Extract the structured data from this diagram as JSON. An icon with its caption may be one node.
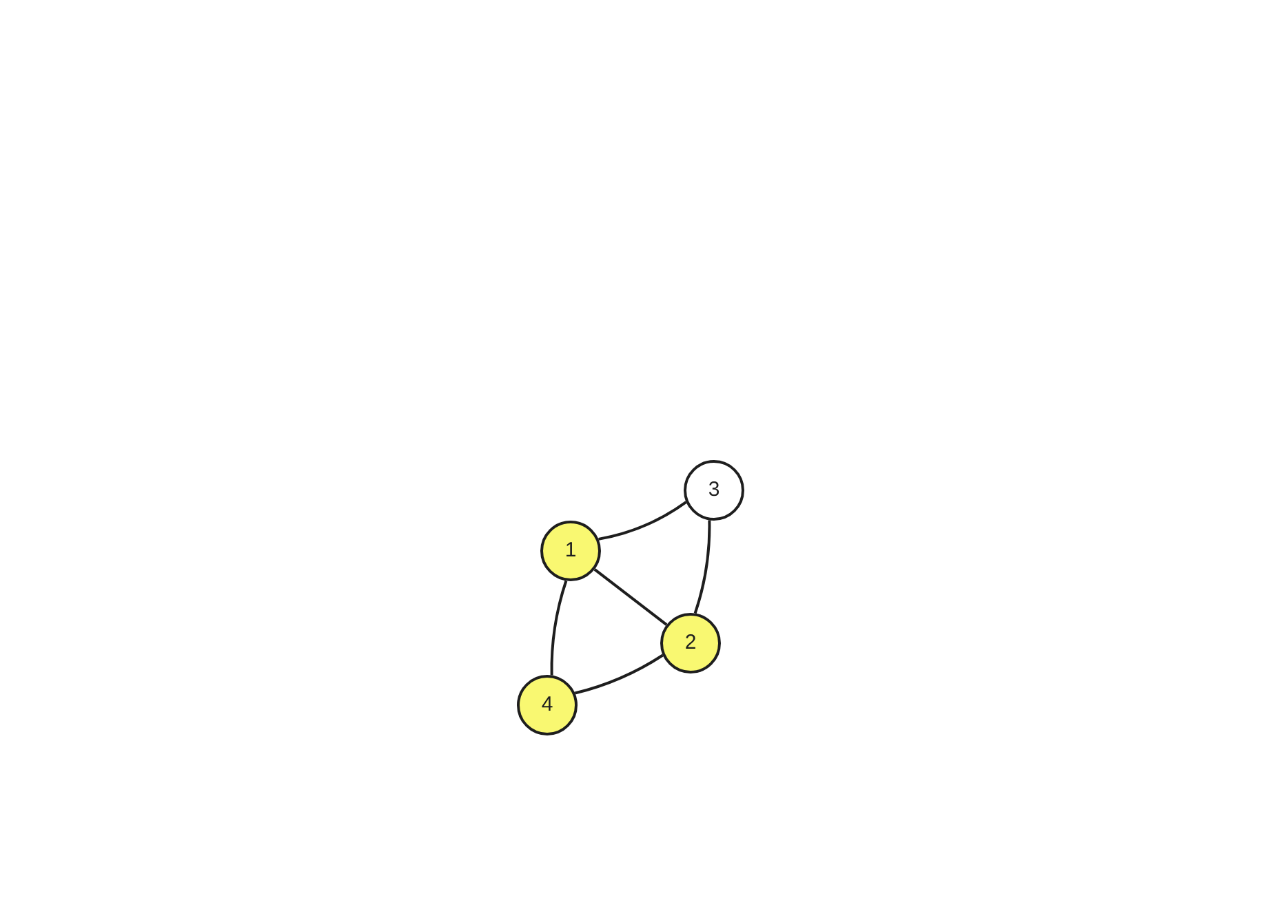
{
  "diagram": {
    "nodes": [
      {
        "text": [
          "3"
        ]
      },
      {
        "text": [
          "1"
        ]
      },
      {
        "text": [
          "2"
        ]
      },
      {
        "text": [
          "4"
        ]
      }
    ],
    "edges": [
      {
        "from": 1,
        "to": 0,
        "arrow": "none"
      },
      {
        "from": 1,
        "to": 2,
        "arrow": "none"
      },
      {
        "from": 0,
        "to": 2,
        "arrow": "none"
      },
      {
        "from": 1,
        "to": 3,
        "arrow": "none"
      },
      {
        "from": 3,
        "to": 2,
        "arrow": "none"
      }
    ]
  }
}
